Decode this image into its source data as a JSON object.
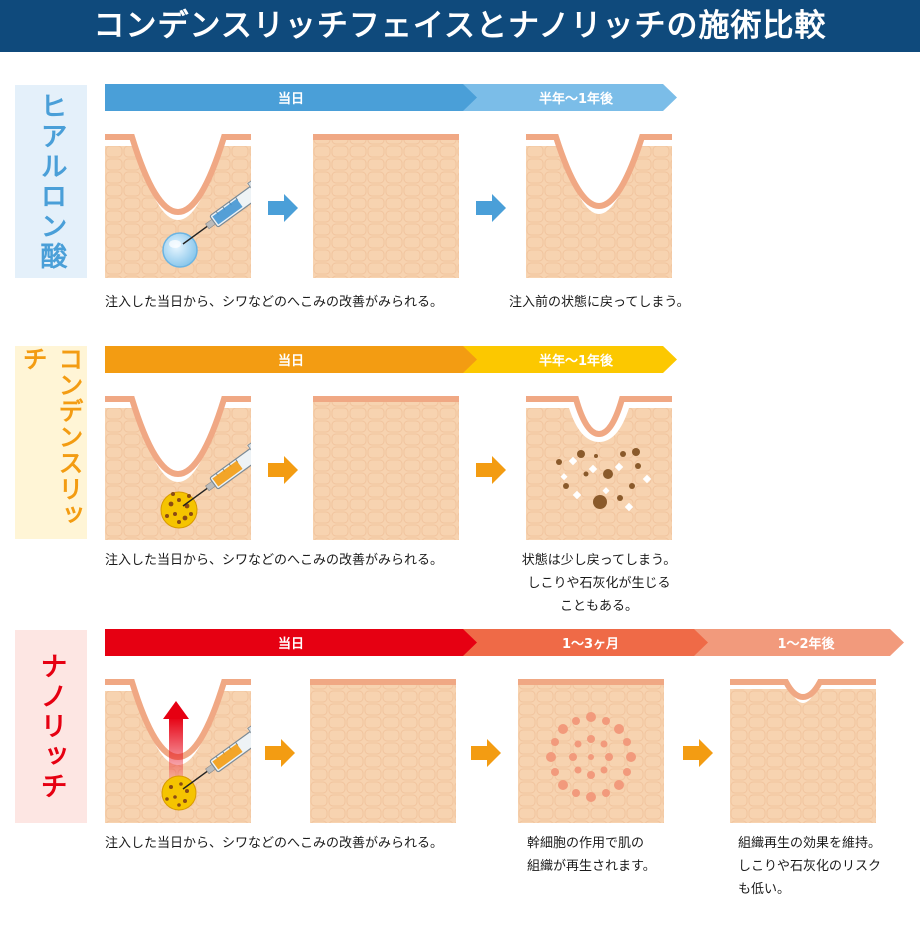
{
  "title": "コンデンスリッチフェイスとナノリッチの施術比較",
  "colors": {
    "header": "#0f4a7c",
    "skin": "#f7d3b0",
    "skin_line": "#f0a884",
    "hyaluronic": "#4a9fd8",
    "hyaluronic_light": "#7bbde8",
    "condense": "#f39c12",
    "condense_light": "#fcc800",
    "nano": "#e60012",
    "nano_mid": "#ef6a47",
    "nano_light": "#f29a7c"
  },
  "rows": [
    {
      "label": "ヒアルロン酸",
      "timeline": [
        "当日",
        "半年～1年後"
      ],
      "caption_left": "注入した当日から、シワなどのへこみの改善がみられる。",
      "caption_right": "注入前の状態に戻ってしまう。"
    },
    {
      "label": "コンデンスリッチ",
      "timeline": [
        "当日",
        "半年～1年後"
      ],
      "caption_left": "注入した当日から、シワなどのへこみの改善がみられる。",
      "caption_right": [
        "状態は少し戻ってしまう。",
        "しこりや石灰化が生じる",
        "こともある。"
      ]
    },
    {
      "label": "ナノリッチ",
      "timeline": [
        "当日",
        "1～3ヶ月",
        "1～2年後"
      ],
      "caption_left": "注入した当日から、シワなどのへこみの改善がみられる。",
      "caption_mid": [
        "幹細胞の作用で肌の",
        "組織が再生されます。"
      ],
      "caption_right": [
        "組織再生の効果を維持。",
        "しこりや石灰化のリスク",
        "も低い。"
      ]
    }
  ]
}
